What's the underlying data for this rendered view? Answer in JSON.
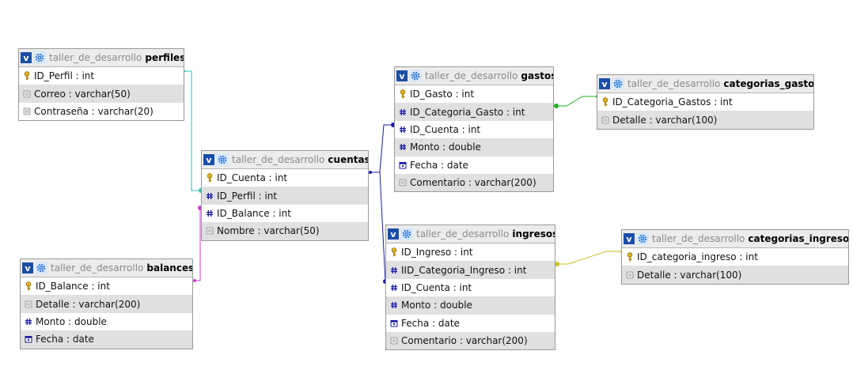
{
  "colors": {
    "perfiles_cuentas": "#2fc3b8",
    "balances_cuentas": "#d43ad4",
    "cuentas_links": "#1a1aa6",
    "gastos_categorias": "#22b022",
    "ingresos_categorias": "#c9c21a"
  },
  "tables": {
    "perfiles": {
      "db": "taller_de_desarrollo",
      "name": "perfiles",
      "fields": [
        {
          "text": "ID_Perfil : int",
          "icon": "key"
        },
        {
          "text": "Correo : varchar(50)",
          "icon": "text"
        },
        {
          "text": "Contraseña : varchar(20)",
          "icon": "text"
        }
      ]
    },
    "cuentas": {
      "db": "taller_de_desarrollo",
      "name": "cuentas",
      "fields": [
        {
          "text": "ID_Cuenta : int",
          "icon": "key"
        },
        {
          "text": "ID_Perfil : int",
          "icon": "hash"
        },
        {
          "text": "ID_Balance : int",
          "icon": "hash"
        },
        {
          "text": "Nombre : varchar(50)",
          "icon": "text"
        }
      ]
    },
    "balances": {
      "db": "taller_de_desarrollo",
      "name": "balances",
      "fields": [
        {
          "text": "ID_Balance : int",
          "icon": "key"
        },
        {
          "text": "Detalle : varchar(200)",
          "icon": "text"
        },
        {
          "text": "Monto : double",
          "icon": "hash"
        },
        {
          "text": "Fecha : date",
          "icon": "date"
        }
      ]
    },
    "gastos": {
      "db": "taller_de_desarrollo",
      "name": "gastos",
      "fields": [
        {
          "text": "ID_Gasto : int",
          "icon": "key"
        },
        {
          "text": "ID_Categoria_Gasto : int",
          "icon": "hash"
        },
        {
          "text": "ID_Cuenta : int",
          "icon": "hash"
        },
        {
          "text": "Monto : double",
          "icon": "hash"
        },
        {
          "text": "Fecha : date",
          "icon": "date"
        },
        {
          "text": "Comentario : varchar(200)",
          "icon": "text"
        }
      ]
    },
    "ingresos": {
      "db": "taller_de_desarrollo",
      "name": "ingresos",
      "fields": [
        {
          "text": "ID_Ingreso : int",
          "icon": "key"
        },
        {
          "text": "IID_Categoria_Ingreso : int",
          "icon": "hash"
        },
        {
          "text": "ID_Cuenta : int",
          "icon": "hash"
        },
        {
          "text": "Monto : double",
          "icon": "hash"
        },
        {
          "text": "Fecha : date",
          "icon": "date"
        },
        {
          "text": "Comentario : varchar(200)",
          "icon": "text"
        }
      ]
    },
    "categorias_gastos": {
      "db": "taller_de_desarrollo",
      "name": "categorias_gastos",
      "fields": [
        {
          "text": "ID_Categoria_Gastos : int",
          "icon": "key"
        },
        {
          "text": "Detalle : varchar(100)",
          "icon": "text"
        }
      ]
    },
    "categorias_ingresos": {
      "db": "taller_de_desarrollo",
      "name": "categorias_ingresos",
      "fields": [
        {
          "text": "ID_categoria_ingreso : int",
          "icon": "key"
        },
        {
          "text": "Detalle : varchar(100)",
          "icon": "text"
        }
      ]
    }
  }
}
